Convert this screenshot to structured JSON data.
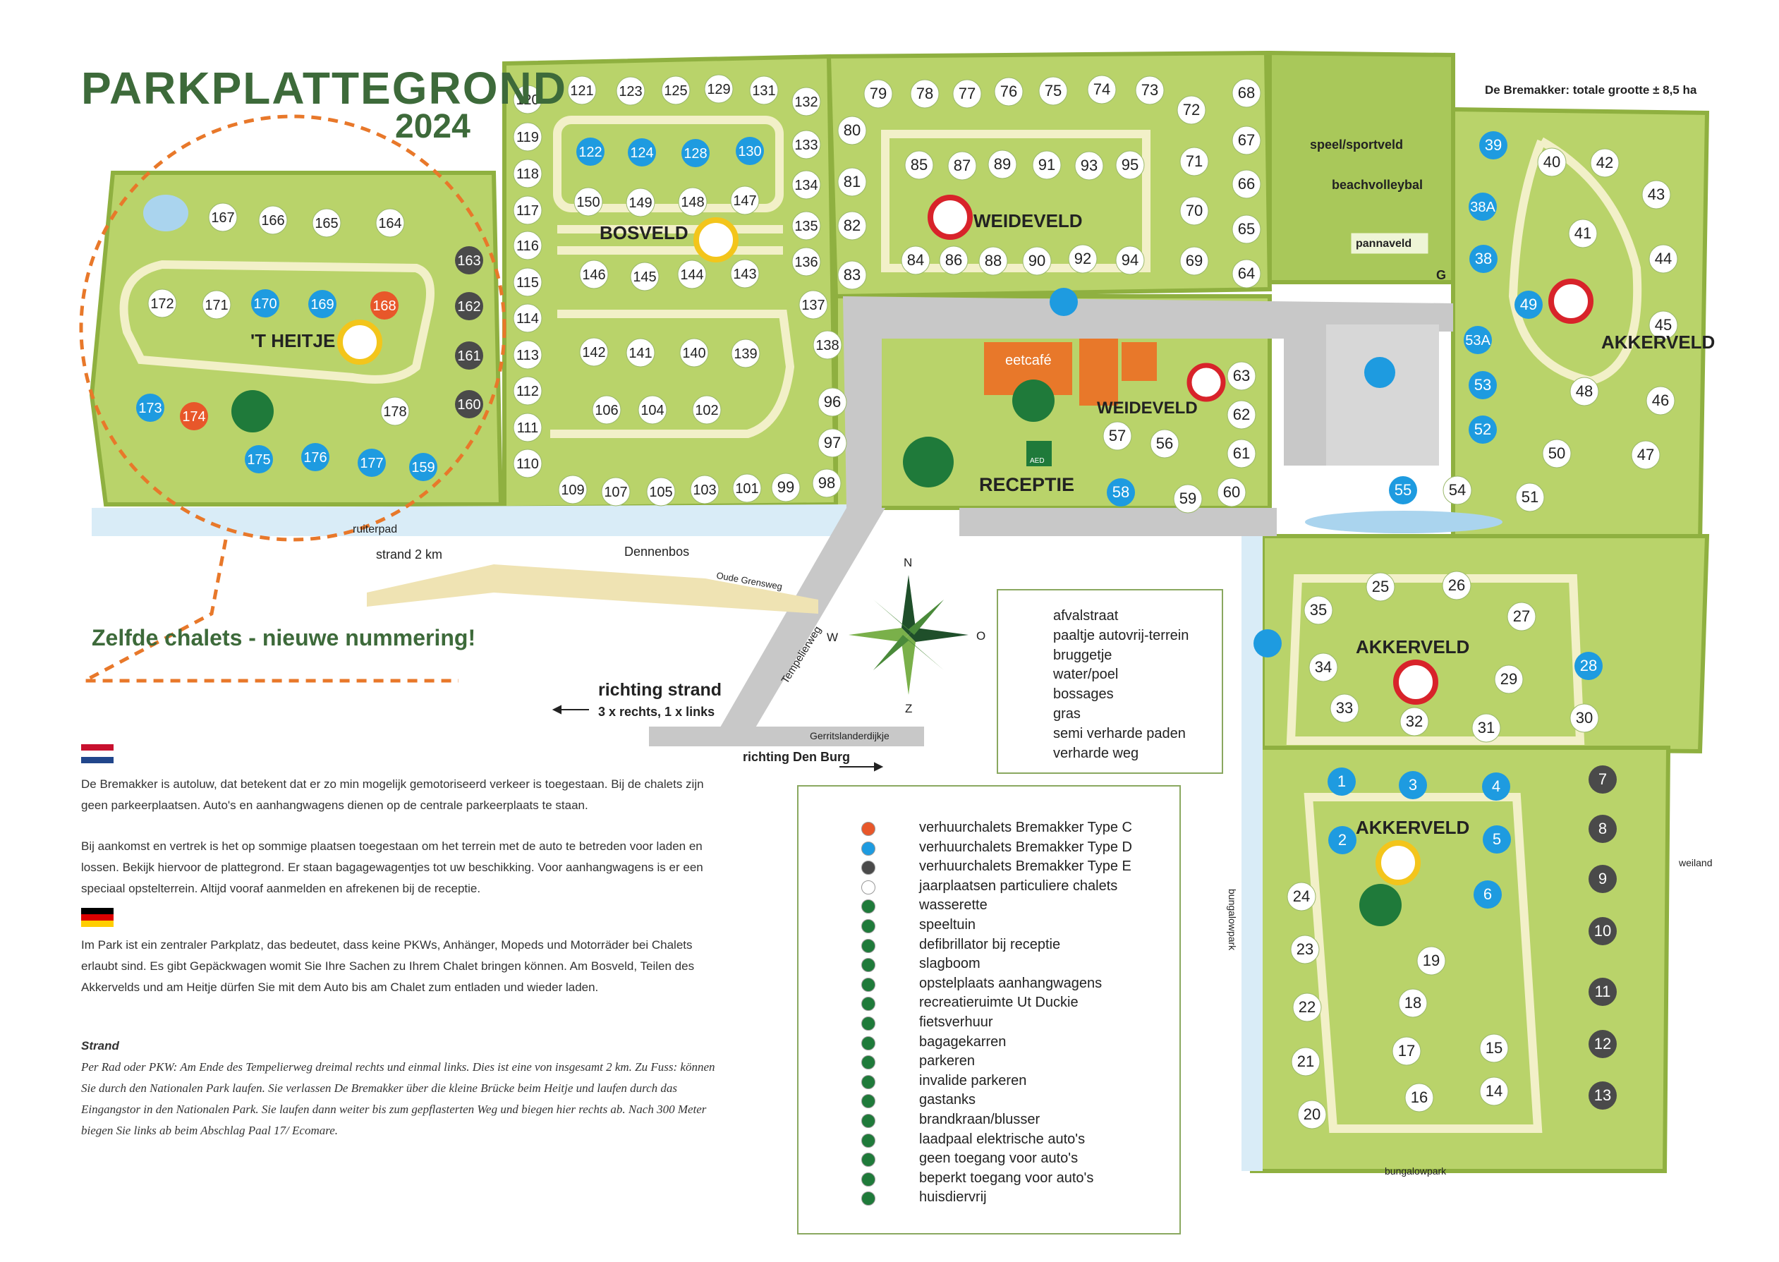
{
  "header": {
    "title": "PARKPLATTEGROND",
    "year": "2024",
    "total_size": "De Bremakker: totale grootte ± 8,5 ha"
  },
  "areas": {
    "heitje": "'T HEITJE",
    "bosveld": "BOSVELD",
    "weideveld_top": "WEIDEVELD",
    "weideveld_mid": "WEIDEVELD",
    "akkerveld_ne": "AKKERVELD",
    "akkerveld_mid": "AKKERVELD",
    "akkerveld_south": "AKKERVELD",
    "receptie": "RECEPTIE",
    "eetcafe": "eetcafé",
    "speelveld": "speel/sportveld",
    "beachvolleybal": "beachvolleybal",
    "pannaveld": "pannaveld",
    "gastank_letter": "G",
    "aed": "AED"
  },
  "labels": {
    "ruiterpad": "ruiterpad",
    "strand": "strand 2 km",
    "dennenbos": "Dennenbos",
    "oude_grensweg": "Oude Grensweg",
    "tempelierweg": "Tempelierweg",
    "richting_strand": "richting strand",
    "richting_strand_sub": "3 x rechts, 1 x links",
    "gerritslanderdijkje": "Gerritslanderdijkje",
    "richting_den_burg": "richting Den Burg",
    "bungalowpark_side": "bungalowpark",
    "bungalowpark_bottom": "bungalowpark",
    "weiland": "weiland",
    "zelfde": "Zelfde chalets - nieuwe nummering!"
  },
  "compass": {
    "n": "N",
    "z": "Z",
    "w": "W",
    "o": "O"
  },
  "legend_ground": [
    {
      "icon": "afvalstraat-icon",
      "label": "afvalstraat"
    },
    {
      "icon": "paaltje-icon",
      "label": "paaltje autovrij-terrein"
    },
    {
      "icon": "bruggetje-icon",
      "label": "bruggetje"
    },
    {
      "icon": "water-icon",
      "label": "water/poel"
    },
    {
      "icon": "bossages-icon",
      "label": "bossages"
    },
    {
      "icon": "gras-icon",
      "label": "gras"
    },
    {
      "icon": "semi-path-icon",
      "label": "semi verharde paden"
    },
    {
      "icon": "road-icon",
      "label": "verharde weg"
    }
  ],
  "legend_facilities": [
    {
      "icon": "type-c-icon",
      "color": "#e8572a",
      "label": "verhuurchalets Bremakker Type C"
    },
    {
      "icon": "type-d-icon",
      "color": "#1e9be0",
      "label": "verhuurchalets Bremakker Type D"
    },
    {
      "icon": "type-e-icon",
      "color": "#4a4a4a",
      "label": "verhuurchalets Bremakker Type E"
    },
    {
      "icon": "private-chalet-icon",
      "color": "#ffffff",
      "label": "jaarplaatsen particuliere chalets"
    },
    {
      "icon": "wasserette-icon",
      "label": "wasserette"
    },
    {
      "icon": "speeltuin-icon",
      "label": "speeltuin"
    },
    {
      "icon": "defibrillator-icon",
      "label": "defibrillator bij receptie"
    },
    {
      "icon": "slagboom-icon",
      "label": "slagboom"
    },
    {
      "icon": "trailer-icon",
      "label": "opstelplaats aanhangwagens"
    },
    {
      "icon": "recreatieruimte-icon",
      "label": "recreatieruimte Ut Duckie"
    },
    {
      "icon": "bike-icon",
      "label": "fietsverhuur"
    },
    {
      "icon": "bagage-icon",
      "label": "bagagekarren"
    },
    {
      "icon": "parking-icon",
      "label": "parkeren"
    },
    {
      "icon": "disabled-parking-icon",
      "label": "invalide parkeren"
    },
    {
      "icon": "gas-icon",
      "label": "gastanks"
    },
    {
      "icon": "hydrant-icon",
      "label": "brandkraan/blusser"
    },
    {
      "icon": "charger-icon",
      "label": "laadpaal elektrische auto's"
    },
    {
      "icon": "no-cars-icon",
      "label": "geen toegang voor auto's"
    },
    {
      "icon": "limited-cars-icon",
      "label": "beperkt toegang voor auto's"
    },
    {
      "icon": "no-pets-icon",
      "label": "huisdiervrij"
    }
  ],
  "text_nl": {
    "p1": "De Bremakker is autoluw, dat betekent dat er zo min mogelijk gemotoriseerd verkeer is toegestaan. Bij de chalets zijn geen parkeerplaatsen. Auto's en aanhangwagens dienen op de centrale parkeerplaats te staan.",
    "p2": "Bij aankomst en vertrek is het op sommige plaatsen toegestaan om het terrein met de auto te betreden voor laden en lossen. Bekijk hiervoor de plattegrond. Er staan bagagewagentjes tot uw beschikking. Voor aanhangwagens is er een speciaal opstelterrein. Altijd vooraf aanmelden en afrekenen bij de receptie."
  },
  "text_de": {
    "p1": "Im Park ist ein zentraler Parkplatz, das bedeutet, dass keine PKWs, Anhänger, Mopeds und Motorräder bei Chalets erlaubt sind. Es gibt Gepäckwagen womit Sie Ihre Sachen zu Ihrem Chalet bringen können. Am Bosveld, Teilen des Akkervelds und am Heitje dürfen Sie mit dem Auto bis am Chalet zum entladen und wieder laden."
  },
  "strand": {
    "heading": "Strand",
    "body": "Per Rad oder PKW: Am Ende des Tempelierweg dreimal rechts und einmal links. Dies ist eine von insgesamt 2 km. Zu Fuss: können Sie durch den Nationalen Park laufen. Sie verlassen De Bremakker über die kleine Brücke beim Heitje und laufen durch das Eingangstor in den Nationalen Park. Sie laufen dann weiter bis zum gepflasterten Weg und biegen hier rechts ab. Nach 300 Meter biegen Sie links ab beim Abschlag Paal 17/ Ecomare."
  },
  "chalets": [
    {
      "n": "167",
      "t": "p"
    },
    {
      "n": "166",
      "t": "p"
    },
    {
      "n": "165",
      "t": "p"
    },
    {
      "n": "164",
      "t": "p"
    },
    {
      "n": "163",
      "t": "e"
    },
    {
      "n": "172",
      "t": "p"
    },
    {
      "n": "171",
      "t": "p"
    },
    {
      "n": "170",
      "t": "d"
    },
    {
      "n": "169",
      "t": "d"
    },
    {
      "n": "168",
      "t": "c"
    },
    {
      "n": "162",
      "t": "e"
    },
    {
      "n": "161",
      "t": "e"
    },
    {
      "n": "160",
      "t": "e"
    },
    {
      "n": "173",
      "t": "d"
    },
    {
      "n": "174",
      "t": "c"
    },
    {
      "n": "178",
      "t": "p"
    },
    {
      "n": "175",
      "t": "d"
    },
    {
      "n": "176",
      "t": "d"
    },
    {
      "n": "177",
      "t": "d"
    },
    {
      "n": "159",
      "t": "d"
    },
    {
      "n": "120",
      "t": "p"
    },
    {
      "n": "119",
      "t": "p"
    },
    {
      "n": "118",
      "t": "p"
    },
    {
      "n": "117",
      "t": "p"
    },
    {
      "n": "116",
      "t": "p"
    },
    {
      "n": "115",
      "t": "p"
    },
    {
      "n": "114",
      "t": "p"
    },
    {
      "n": "113",
      "t": "p"
    },
    {
      "n": "112",
      "t": "p"
    },
    {
      "n": "111",
      "t": "p"
    },
    {
      "n": "110",
      "t": "p"
    },
    {
      "n": "121",
      "t": "p"
    },
    {
      "n": "123",
      "t": "p"
    },
    {
      "n": "125",
      "t": "p"
    },
    {
      "n": "129",
      "t": "p"
    },
    {
      "n": "131",
      "t": "p"
    },
    {
      "n": "132",
      "t": "p"
    },
    {
      "n": "122",
      "t": "d"
    },
    {
      "n": "124",
      "t": "d"
    },
    {
      "n": "128",
      "t": "d"
    },
    {
      "n": "130",
      "t": "d"
    },
    {
      "n": "133",
      "t": "p"
    },
    {
      "n": "150",
      "t": "p"
    },
    {
      "n": "149",
      "t": "p"
    },
    {
      "n": "148",
      "t": "p"
    },
    {
      "n": "147",
      "t": "p"
    },
    {
      "n": "134",
      "t": "p"
    },
    {
      "n": "135",
      "t": "p"
    },
    {
      "n": "146",
      "t": "p"
    },
    {
      "n": "145",
      "t": "p"
    },
    {
      "n": "144",
      "t": "p"
    },
    {
      "n": "143",
      "t": "p"
    },
    {
      "n": "136",
      "t": "p"
    },
    {
      "n": "137",
      "t": "p"
    },
    {
      "n": "142",
      "t": "p"
    },
    {
      "n": "141",
      "t": "p"
    },
    {
      "n": "140",
      "t": "p"
    },
    {
      "n": "139",
      "t": "p"
    },
    {
      "n": "138",
      "t": "p"
    },
    {
      "n": "106",
      "t": "p"
    },
    {
      "n": "104",
      "t": "p"
    },
    {
      "n": "102",
      "t": "p"
    },
    {
      "n": "109",
      "t": "p"
    },
    {
      "n": "107",
      "t": "p"
    },
    {
      "n": "105",
      "t": "p"
    },
    {
      "n": "103",
      "t": "p"
    },
    {
      "n": "101",
      "t": "p"
    },
    {
      "n": "99",
      "t": "p"
    },
    {
      "n": "98",
      "t": "p"
    },
    {
      "n": "79",
      "t": "p"
    },
    {
      "n": "78",
      "t": "p"
    },
    {
      "n": "77",
      "t": "p"
    },
    {
      "n": "76",
      "t": "p"
    },
    {
      "n": "75",
      "t": "p"
    },
    {
      "n": "74",
      "t": "p"
    },
    {
      "n": "73",
      "t": "p"
    },
    {
      "n": "68",
      "t": "p"
    },
    {
      "n": "80",
      "t": "p"
    },
    {
      "n": "72",
      "t": "p"
    },
    {
      "n": "67",
      "t": "p"
    },
    {
      "n": "85",
      "t": "p"
    },
    {
      "n": "87",
      "t": "p"
    },
    {
      "n": "89",
      "t": "p"
    },
    {
      "n": "91",
      "t": "p"
    },
    {
      "n": "93",
      "t": "p"
    },
    {
      "n": "95",
      "t": "p"
    },
    {
      "n": "71",
      "t": "p"
    },
    {
      "n": "81",
      "t": "p"
    },
    {
      "n": "66",
      "t": "p"
    },
    {
      "n": "70",
      "t": "p"
    },
    {
      "n": "82",
      "t": "p"
    },
    {
      "n": "65",
      "t": "p"
    },
    {
      "n": "84",
      "t": "p"
    },
    {
      "n": "86",
      "t": "p"
    },
    {
      "n": "88",
      "t": "p"
    },
    {
      "n": "90",
      "t": "p"
    },
    {
      "n": "92",
      "t": "p"
    },
    {
      "n": "94",
      "t": "p"
    },
    {
      "n": "69",
      "t": "p"
    },
    {
      "n": "83",
      "t": "p"
    },
    {
      "n": "64",
      "t": "p"
    },
    {
      "n": "96",
      "t": "p"
    },
    {
      "n": "97",
      "t": "p"
    },
    {
      "n": "63",
      "t": "p"
    },
    {
      "n": "62",
      "t": "p"
    },
    {
      "n": "57",
      "t": "p"
    },
    {
      "n": "56",
      "t": "p"
    },
    {
      "n": "61",
      "t": "p"
    },
    {
      "n": "58",
      "t": "d"
    },
    {
      "n": "59",
      "t": "p"
    },
    {
      "n": "60",
      "t": "p"
    },
    {
      "n": "39",
      "t": "d"
    },
    {
      "n": "40",
      "t": "p"
    },
    {
      "n": "42",
      "t": "p"
    },
    {
      "n": "38A",
      "t": "d"
    },
    {
      "n": "43",
      "t": "p"
    },
    {
      "n": "41",
      "t": "p"
    },
    {
      "n": "38",
      "t": "d"
    },
    {
      "n": "44",
      "t": "p"
    },
    {
      "n": "49",
      "t": "d"
    },
    {
      "n": "45",
      "t": "p"
    },
    {
      "n": "53A",
      "t": "d"
    },
    {
      "n": "53",
      "t": "d"
    },
    {
      "n": "48",
      "t": "p"
    },
    {
      "n": "46",
      "t": "p"
    },
    {
      "n": "52",
      "t": "d"
    },
    {
      "n": "50",
      "t": "p"
    },
    {
      "n": "47",
      "t": "p"
    },
    {
      "n": "55",
      "t": "d"
    },
    {
      "n": "54",
      "t": "p"
    },
    {
      "n": "51",
      "t": "p"
    },
    {
      "n": "25",
      "t": "p"
    },
    {
      "n": "26",
      "t": "p"
    },
    {
      "n": "35",
      "t": "p"
    },
    {
      "n": "27",
      "t": "p"
    },
    {
      "n": "34",
      "t": "p"
    },
    {
      "n": "28",
      "t": "d"
    },
    {
      "n": "29",
      "t": "p"
    },
    {
      "n": "33",
      "t": "p"
    },
    {
      "n": "32",
      "t": "p"
    },
    {
      "n": "31",
      "t": "p"
    },
    {
      "n": "30",
      "t": "p"
    },
    {
      "n": "1",
      "t": "d"
    },
    {
      "n": "3",
      "t": "d"
    },
    {
      "n": "4",
      "t": "d"
    },
    {
      "n": "7",
      "t": "e"
    },
    {
      "n": "2",
      "t": "d"
    },
    {
      "n": "5",
      "t": "d"
    },
    {
      "n": "8",
      "t": "e"
    },
    {
      "n": "6",
      "t": "d"
    },
    {
      "n": "9",
      "t": "e"
    },
    {
      "n": "24",
      "t": "p"
    },
    {
      "n": "10",
      "t": "e"
    },
    {
      "n": "23",
      "t": "p"
    },
    {
      "n": "19",
      "t": "p"
    },
    {
      "n": "11",
      "t": "e"
    },
    {
      "n": "22",
      "t": "p"
    },
    {
      "n": "18",
      "t": "p"
    },
    {
      "n": "12",
      "t": "e"
    },
    {
      "n": "21",
      "t": "p"
    },
    {
      "n": "17",
      "t": "p"
    },
    {
      "n": "15",
      "t": "p"
    },
    {
      "n": "14",
      "t": "p"
    },
    {
      "n": "13",
      "t": "e"
    },
    {
      "n": "20",
      "t": "p"
    },
    {
      "n": "16",
      "t": "p"
    }
  ],
  "colors": {
    "grass": "#b9d36a",
    "path": "#f2f0c8",
    "road": "#c8c8c8",
    "water": "#d9ecf7",
    "title_green": "#3d6a3a",
    "type_c": "#e8572a",
    "type_d": "#1e9be0",
    "type_e": "#4a4a4a",
    "dashed_circle": "#e8782a"
  }
}
